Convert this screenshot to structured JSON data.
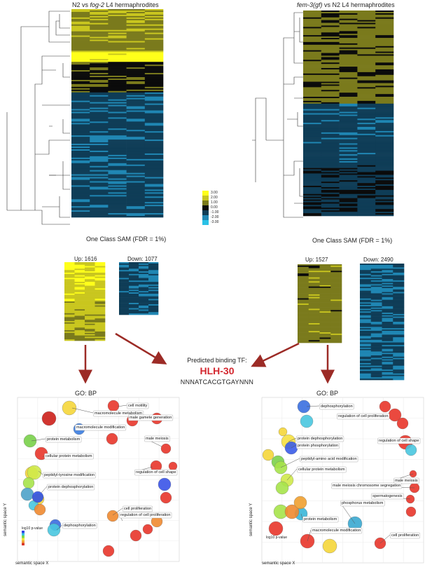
{
  "heatmaps": {
    "left_title_prefix": "N2 vs ",
    "left_title_italic": "fog-2",
    "left_title_suffix": " L4 hermaphrodites",
    "right_title_italic": "fem-3(gf)",
    "right_title_suffix": " vs N2 L4 hermaphrodites"
  },
  "color_scale": {
    "labels": [
      "3.00",
      "2.00",
      "1.00",
      "0.00",
      "-1.00",
      "-2.00",
      "-3.00"
    ],
    "colors": [
      "#ffff1a",
      "#c9c61f",
      "#7a7a1c",
      "#0b0b0b",
      "#0f3d57",
      "#1f86b3",
      "#2bc1e6"
    ]
  },
  "sam": {
    "left_title": "One Class SAM (FDR = 1%)",
    "right_title": "One Class SAM (FDR = 1%)",
    "left_up": "Up: 1616",
    "left_down": "Down: 1077",
    "right_up": "Up: 1527",
    "right_down": "Down: 2490"
  },
  "tf": {
    "label": "Predicted binding TF:",
    "name": "HLH-30",
    "motif": "NNNATCACGTGAYNNN"
  },
  "go": {
    "left_title": "GO: BP",
    "right_title": "GO: BP",
    "legend_title": "log10 p-value",
    "x_axis": "semantic space X",
    "y_axis": "semantic space Y",
    "left_terms": [
      "macromolecule metabolism",
      "cell motility",
      "male gamete generation",
      "macromolecule modification",
      "protein metabolism",
      "male meiosis",
      "cellular protein metabolism",
      "peptidyl-tyrosine modification",
      "regulation of cell shape",
      "protein dephosphorylation",
      "cell proliferation",
      "regulation of cell proliferation",
      "dephosphorylation"
    ],
    "right_terms": [
      "dephosphorylation",
      "regulation of cell proliferation",
      "protein dephosphorylation",
      "protein phosphorylation",
      "regulation of cell shape",
      "peptidyl-amino acid modification",
      "cellular protein metabolism",
      "male meiosis",
      "male meiosis chromosome segregation",
      "spermatogenesis",
      "phosphorus metabolism",
      "protein metabolism",
      "macromolecule modification",
      "cell proliferation"
    ]
  }
}
